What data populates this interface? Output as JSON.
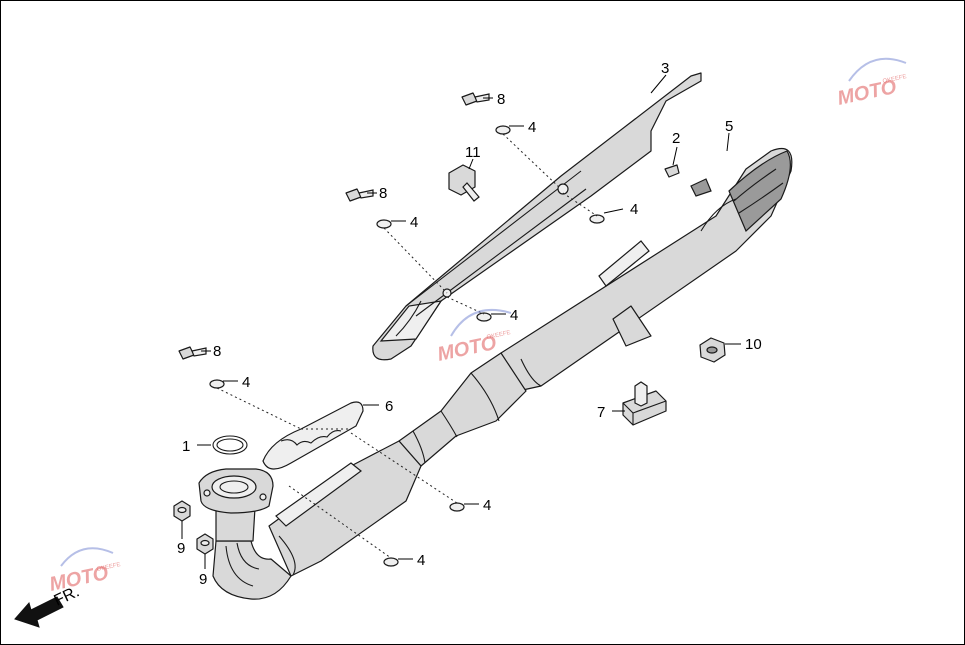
{
  "callouts": {
    "c1": "1",
    "c2": "2",
    "c3": "3",
    "c4a": "4",
    "c4b": "4",
    "c4c": "4",
    "c4d": "4",
    "c4e": "4",
    "c4f": "4",
    "c5": "5",
    "c6": "6",
    "c7": "7",
    "c8a": "8",
    "c8b": "8",
    "c8c": "8",
    "c9a": "9",
    "c9b": "9",
    "c10": "10",
    "c11": "11"
  },
  "direction_label": "FR.",
  "watermark": {
    "text": "MOTO",
    "tagline": "OKEEFE"
  }
}
